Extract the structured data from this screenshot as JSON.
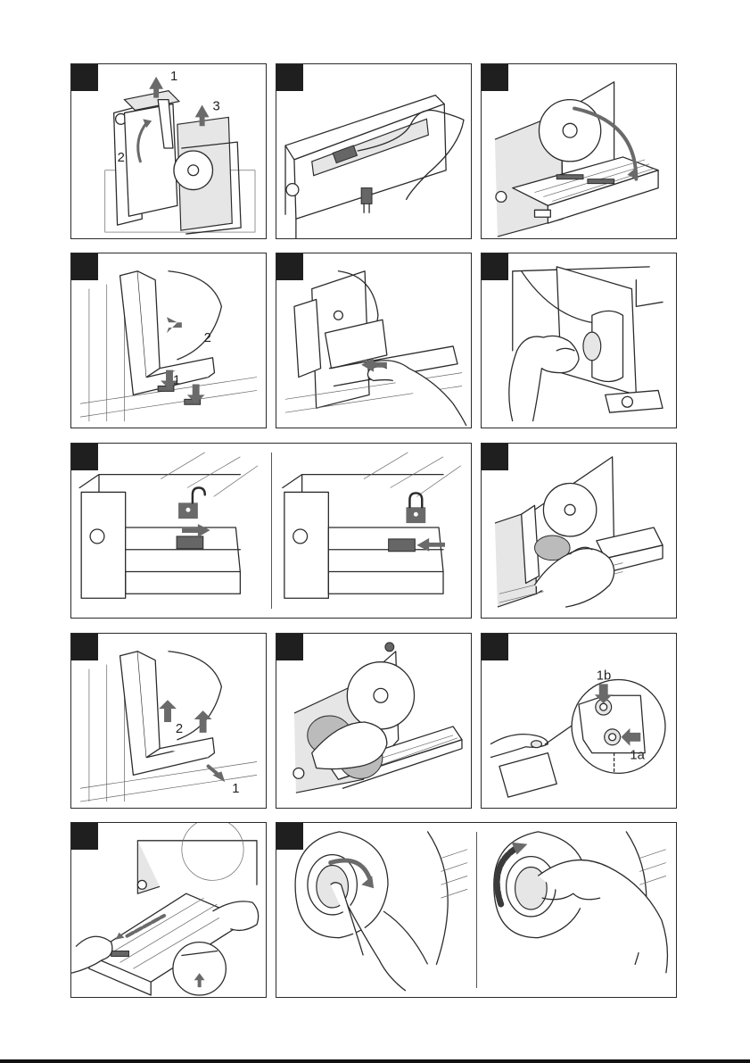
{
  "panels": [
    {
      "id": "p1",
      "callouts": [
        "1",
        "2",
        "3"
      ]
    },
    {
      "id": "p2",
      "callouts": []
    },
    {
      "id": "p3",
      "callouts": []
    },
    {
      "id": "p4",
      "callouts": [
        "2",
        "1"
      ]
    },
    {
      "id": "p5",
      "callouts": []
    },
    {
      "id": "p6",
      "callouts": []
    },
    {
      "id": "p7",
      "callouts": []
    },
    {
      "id": "p8",
      "callouts": []
    },
    {
      "id": "p9",
      "callouts": [
        "2",
        "1"
      ]
    },
    {
      "id": "p10",
      "callouts": []
    },
    {
      "id": "p11",
      "callouts": [
        "1b",
        "1a"
      ]
    },
    {
      "id": "p12",
      "callouts": []
    },
    {
      "id": "p13",
      "callouts": []
    }
  ],
  "icons": {
    "lock_open": "unlocked-padlock-icon",
    "lock_closed": "locked-padlock-icon"
  },
  "colors": {
    "marker": "#1f1f1f",
    "arrow": "#6a6a6a",
    "line": "#2b2b2b"
  }
}
